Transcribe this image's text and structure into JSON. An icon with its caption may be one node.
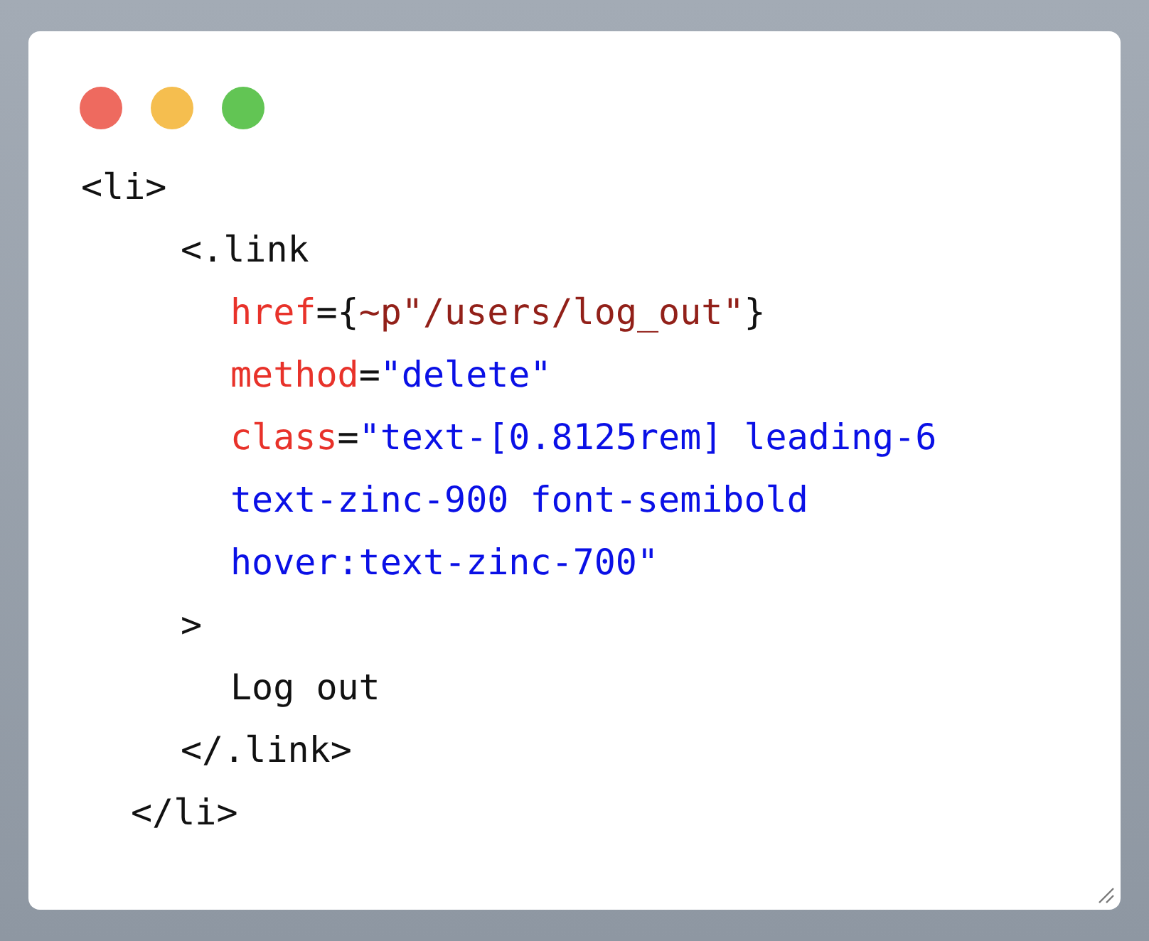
{
  "diagram": {
    "labels": [
      "<li>",
      "<.link",
      "href={~p\"/users/log_out\"}",
      "method=\"delete\"",
      "class=\"text-[0.8125rem] leading-6",
      "text-zinc-900 font-semibold",
      "hover:text-zinc-700\"",
      ">",
      "Log out",
      "</.link>",
      "</li>"
    ]
  }
}
